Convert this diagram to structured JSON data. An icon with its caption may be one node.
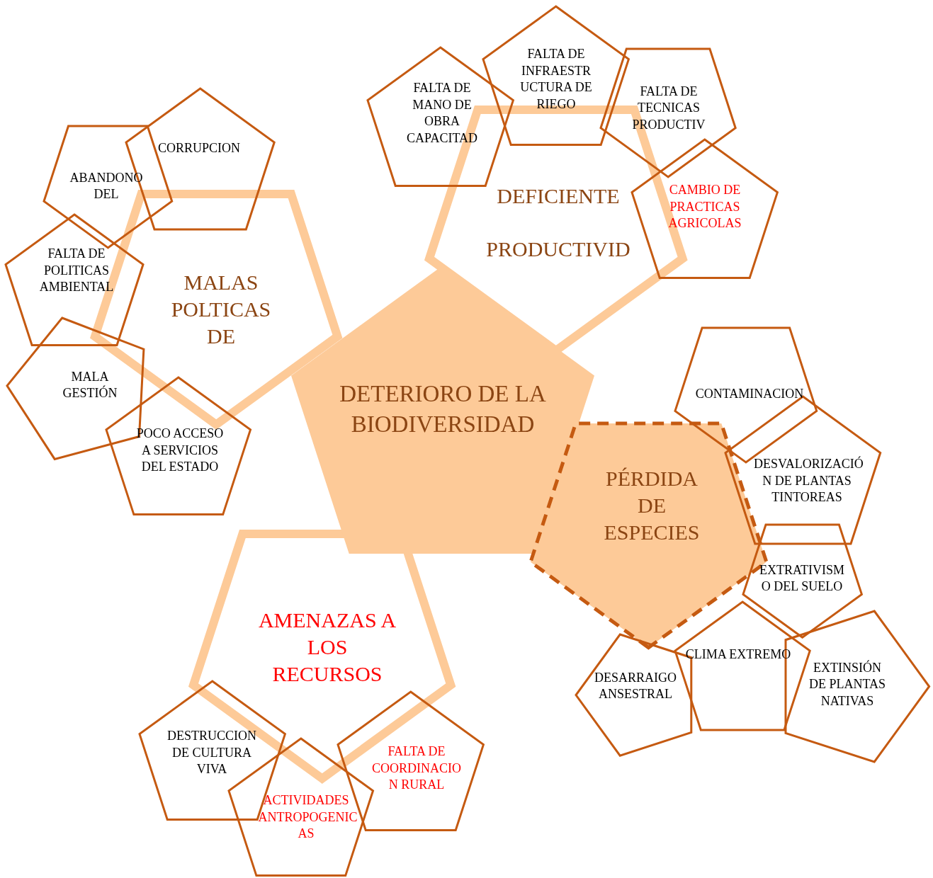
{
  "diagram": {
    "nodes": [
      {
        "text": [
          "DETERIORO DE LA BIODIVERSIDAD"
        ]
      },
      {
        "text": [
          "MALAS POLTICAS DE"
        ]
      },
      {
        "text": [
          "CORRUPCION"
        ]
      },
      {
        "text": [
          "ABANDONO DEL"
        ]
      },
      {
        "text": [
          "FALTA DE POLITICAS AMBIENTAL"
        ]
      },
      {
        "text": [
          "MALA GESTIÓN"
        ]
      },
      {
        "text": [
          "POCO ACCESO A SERVICIOS DEL ESTADO"
        ]
      },
      {
        "text": [
          "DEFICIENTE PRODUCTIVID"
        ]
      },
      {
        "text": [
          "FALTA DE MANO DE OBRA CAPACITAD"
        ]
      },
      {
        "text": [
          "FALTA DE INFRAESTR UCTURA DE RIEGO"
        ]
      },
      {
        "text": [
          "FALTA DE TECNICAS PRODUCTIV"
        ]
      },
      {
        "text": [
          "CAMBIO DE PRACTICAS AGRICOLAS"
        ]
      },
      {
        "text": [
          "PÉRDIDA DE ESPECIES"
        ]
      },
      {
        "text": [
          "CONTAMINACION"
        ]
      },
      {
        "text": [
          "DESVALORIZACIÓ N DE PLANTAS TINTOREAS"
        ]
      },
      {
        "text": [
          "EXTRATIVISM O DEL SUELO"
        ]
      },
      {
        "text": [
          "DESARRAIGO ANSESTRAL"
        ]
      },
      {
        "text": [
          "CLIMA EXTREMO"
        ]
      },
      {
        "text": [
          "EXTINSIÓN DE PLANTAS NATIVAS"
        ]
      },
      {
        "text": [
          "AMENAZAS A LOS RECURSOS"
        ]
      },
      {
        "text": [
          "DESTRUCCION DE CULTURA VIVA"
        ]
      },
      {
        "text": [
          "ACTIVIDADES ANTROPOGENIC AS"
        ]
      },
      {
        "text": [
          "FALTA DE COORDINACIO N RURAL"
        ]
      }
    ]
  }
}
